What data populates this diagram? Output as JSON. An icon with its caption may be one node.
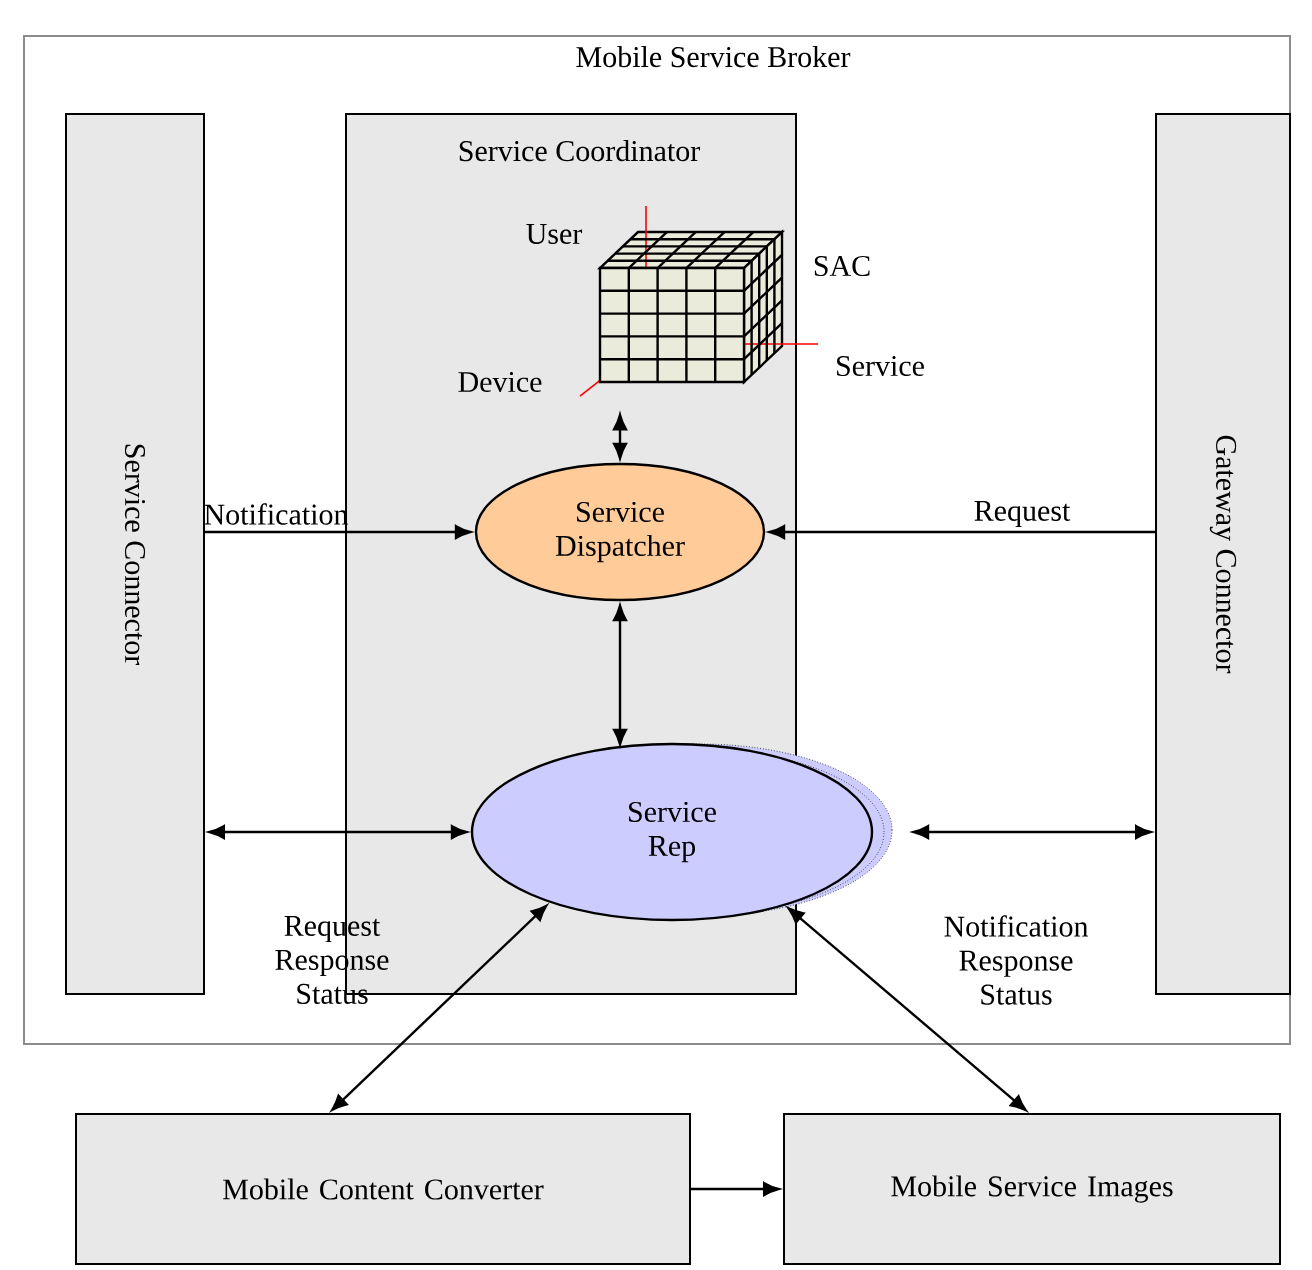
{
  "diagram": {
    "nodes": [
      {
        "text": [
          "Mobile Service Broker"
        ]
      },
      {
        "text": [
          "Service Connector"
        ],
        "in": 0
      },
      {
        "text": [
          "Service Coordinator"
        ],
        "in": 0
      },
      {
        "text": [
          "Gateway Connector"
        ],
        "in": 0
      },
      {
        "text": [],
        "shape": "picture",
        "in": 2,
        "beside": [
          "User",
          "SAC",
          "Device",
          "Service"
        ]
      },
      {
        "text": [
          "Service Dispatcher"
        ],
        "in": 2
      },
      {
        "text": [
          "Service Rep"
        ],
        "in": 0
      },
      {
        "text": [
          "Mobile Content Converter"
        ]
      },
      {
        "text": [
          "Mobile Service Images"
        ]
      }
    ],
    "edges": [
      {
        "from": 4,
        "to": 5,
        "arrow": "both"
      },
      {
        "from": 1,
        "to": 5,
        "arrow": "to",
        "label": "Notification"
      },
      {
        "from": 3,
        "to": 5,
        "arrow": "to",
        "label": "Request"
      },
      {
        "from": 5,
        "to": 6,
        "arrow": "both"
      },
      {
        "from": 1,
        "to": 6,
        "arrow": "both"
      },
      {
        "from": 6,
        "to": 3,
        "arrow": "both"
      },
      {
        "from": 7,
        "to": 6,
        "arrow": "both",
        "label": "Request Response Status"
      },
      {
        "from": 8,
        "to": 6,
        "arrow": "both",
        "label": "Notification Response Status"
      },
      {
        "from": 7,
        "to": 8,
        "arrow": "to"
      }
    ]
  }
}
